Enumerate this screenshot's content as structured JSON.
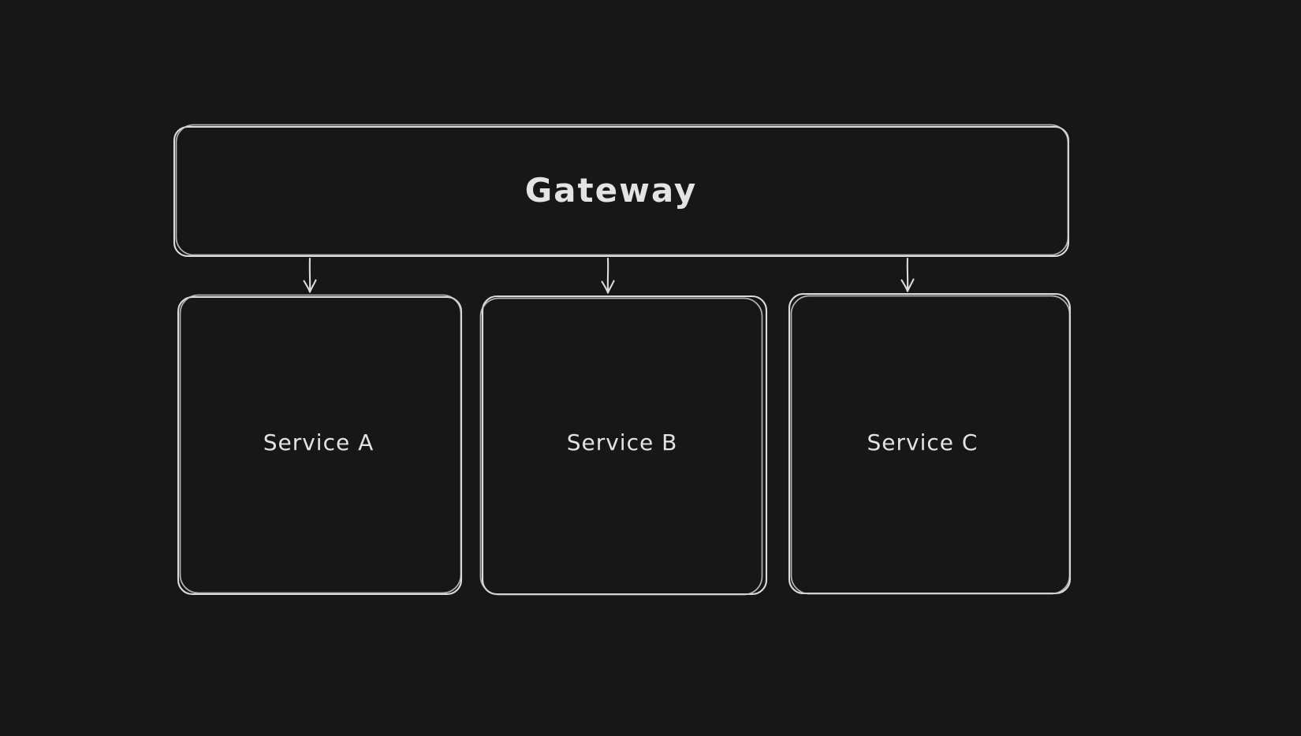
{
  "diagram": {
    "type": "architecture-diagram",
    "style": "hand-drawn-sketch",
    "colors": {
      "background": "#171717",
      "stroke": "#dcdcdc",
      "text": "#e3e3e3"
    },
    "nodes": [
      {
        "id": "gateway",
        "label": "Gateway"
      },
      {
        "id": "service-a",
        "label": "Service A"
      },
      {
        "id": "service-b",
        "label": "Service B"
      },
      {
        "id": "service-c",
        "label": "Service C"
      }
    ],
    "edges": [
      {
        "from": "gateway",
        "to": "service-a",
        "arrowhead": "arrow"
      },
      {
        "from": "gateway",
        "to": "service-b",
        "arrowhead": "arrow"
      },
      {
        "from": "gateway",
        "to": "service-c",
        "arrowhead": "arrow"
      }
    ]
  }
}
